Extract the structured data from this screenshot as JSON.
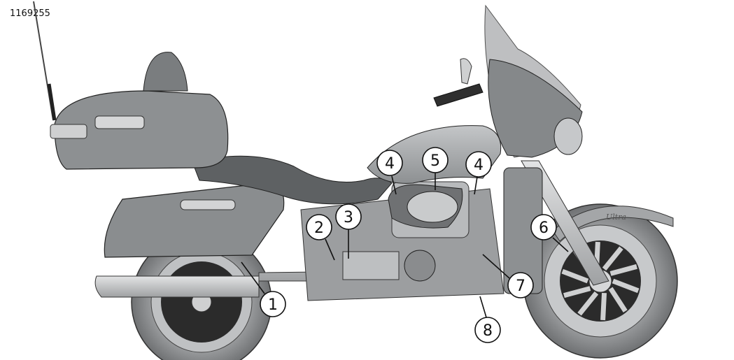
{
  "figure": {
    "id": "1169255"
  },
  "brand_script": "Ultra",
  "callouts": [
    {
      "label": "1"
    },
    {
      "label": "2"
    },
    {
      "label": "3"
    },
    {
      "label": "4"
    },
    {
      "label": "5"
    },
    {
      "label": "4"
    },
    {
      "label": "6"
    },
    {
      "label": "7"
    },
    {
      "label": "8"
    }
  ],
  "colors": {
    "body_dark": "#777a7c",
    "body_mid": "#a7a9ab",
    "body_light": "#d1d3d4",
    "chrome": "#c9cacb",
    "tire": "#8a8c8e",
    "outline": "#222222"
  }
}
